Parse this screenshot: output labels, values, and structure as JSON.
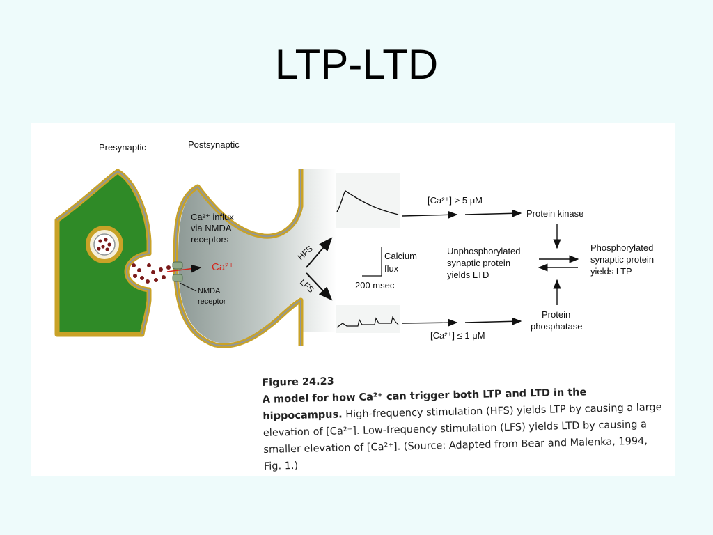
{
  "slide": {
    "title": "LTP-LTD"
  },
  "diagram": {
    "presynaptic_label": "Presynaptic",
    "postsynaptic_label": "Postsynaptic",
    "influx_label": [
      "Ca²⁺ influx",
      "via NMDA",
      "receptors"
    ],
    "ca_label": "Ca²⁺",
    "nmda_label": [
      "NMDA",
      "receptor"
    ],
    "hfs_label": "HFS",
    "lfs_label": "LFS",
    "calcium_flux_label": [
      "Calcium",
      "flux"
    ],
    "time_scale_label": "200 msec",
    "high_threshold": "[Ca²⁺] > 5 μM",
    "low_threshold": "[Ca²⁺] ≤ 1 μM",
    "protein_kinase": "Protein kinase",
    "protein_phosphatase": [
      "Protein",
      "phosphatase"
    ],
    "unphosphorylated": [
      "Unphosphorylated",
      "synaptic protein",
      "yields LTD"
    ],
    "phosphorylated": [
      "Phosphorylated",
      "synaptic protein",
      "yields LTP"
    ],
    "colors": {
      "membrane": "#c9a227",
      "presynaptic_fill": "#2f8a27",
      "postsynaptic_fill": "#8e9a96",
      "calcium_text": "#d4261c",
      "receptor": "#8fa88a"
    }
  },
  "caption": {
    "figure_number": "Figure 24.23",
    "title": "A model for how Ca²⁺ can trigger both LTP and LTD in the hippocampus.",
    "body": "High-frequency stimulation (HFS) yields LTP by causing a large elevation of [Ca²⁺]. Low-frequency stimulation (LFS) yields LTD by causing a smaller elevation of [Ca²⁺]. (Source: Adapted from Bear and Malenka, 1994, Fig. 1.)"
  }
}
